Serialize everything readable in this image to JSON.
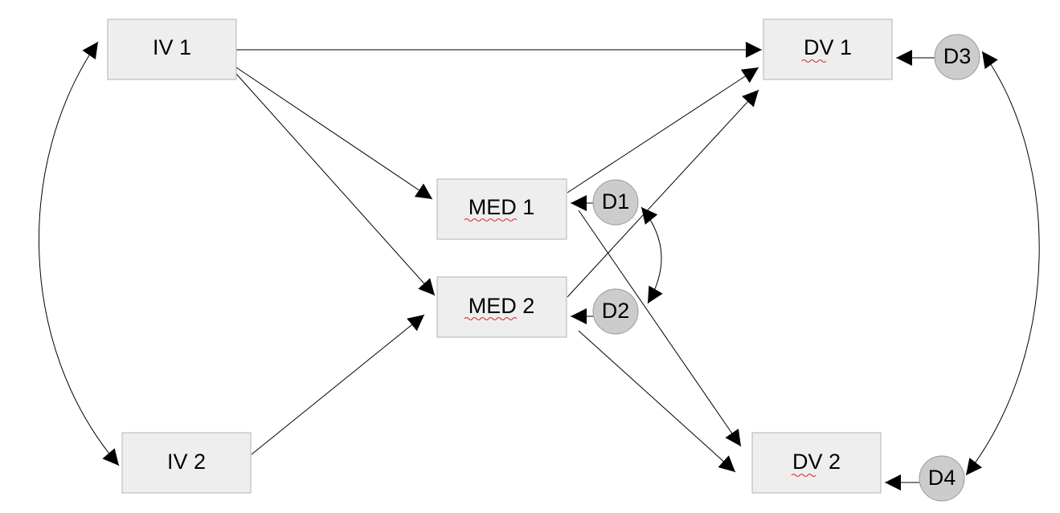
{
  "diagram": {
    "nodes": [
      {
        "id": "iv1",
        "label": "IV 1",
        "shape": "rect"
      },
      {
        "id": "iv2",
        "label": "IV 2",
        "shape": "rect"
      },
      {
        "id": "med1",
        "label": "MED 1",
        "shape": "rect"
      },
      {
        "id": "med2",
        "label": "MED 2",
        "shape": "rect"
      },
      {
        "id": "dv1",
        "label": "DV 1",
        "shape": "rect"
      },
      {
        "id": "dv2",
        "label": "DV 2",
        "shape": "rect"
      },
      {
        "id": "d1",
        "label": "D1",
        "shape": "circle"
      },
      {
        "id": "d2",
        "label": "D2",
        "shape": "circle"
      },
      {
        "id": "d3",
        "label": "D3",
        "shape": "circle"
      },
      {
        "id": "d4",
        "label": "D4",
        "shape": "circle"
      }
    ],
    "edges": [
      {
        "from": "iv1",
        "to": "dv1",
        "type": "directed"
      },
      {
        "from": "iv1",
        "to": "med1",
        "type": "directed"
      },
      {
        "from": "iv1",
        "to": "med2",
        "type": "directed"
      },
      {
        "from": "iv2",
        "to": "med2",
        "type": "directed"
      },
      {
        "from": "med1",
        "to": "dv1",
        "type": "directed"
      },
      {
        "from": "med1",
        "to": "dv2",
        "type": "directed"
      },
      {
        "from": "med2",
        "to": "dv1",
        "type": "directed"
      },
      {
        "from": "med2",
        "to": "dv2",
        "type": "directed"
      },
      {
        "from": "d1",
        "to": "med1",
        "type": "directed"
      },
      {
        "from": "d2",
        "to": "med2",
        "type": "directed"
      },
      {
        "from": "d3",
        "to": "dv1",
        "type": "directed"
      },
      {
        "from": "d4",
        "to": "dv2",
        "type": "directed"
      },
      {
        "from": "iv1",
        "to": "iv2",
        "type": "bidirectional"
      },
      {
        "from": "d1",
        "to": "d2",
        "type": "bidirectional"
      },
      {
        "from": "d3",
        "to": "d4",
        "type": "bidirectional"
      }
    ],
    "colors": {
      "box_fill": "#eeeeee",
      "box_stroke": "#b3b3b3",
      "circle_fill": "#cccccc",
      "circle_stroke": "#9a9a9a",
      "line": "#000000",
      "spellcheck_underline": "#d42a2a"
    }
  }
}
